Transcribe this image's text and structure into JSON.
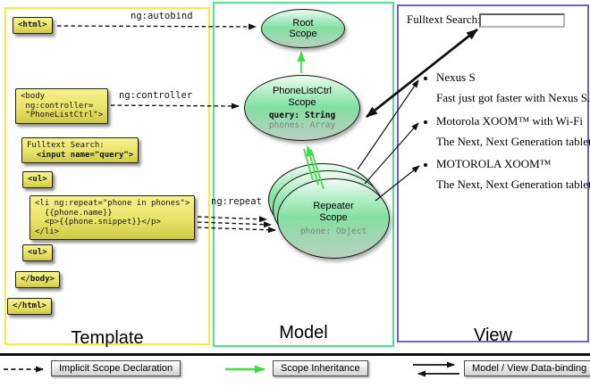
{
  "panels": {
    "template": {
      "label": "Template"
    },
    "model": {
      "label": "Model"
    },
    "view": {
      "label": "View"
    }
  },
  "template_code": {
    "html_open": "<html>",
    "body_open_lines": [
      "<body",
      " ng:controller=",
      " \"PhoneListCtrl\">"
    ],
    "fulltext_label": "Fulltext Search:",
    "input_code": "  <input name=\"query\">",
    "ul_open": "<ul>",
    "li_lines": [
      "<li ng:repeat=\"phone in phones\">",
      "  {{phone.name}}",
      "  <p>{{phone.snippet}}</p>",
      "</li>"
    ],
    "ul_close": "<ul>",
    "body_close": "</body>",
    "html_close": "</html>"
  },
  "edge_labels": {
    "autobind": "ng:autobind",
    "controller": "ng:controller",
    "repeat": "ng:repeat"
  },
  "scopes": {
    "root": {
      "line1": "Root",
      "line2": "Scope"
    },
    "phonelist": {
      "line1": "PhoneListCtrl",
      "line2": "Scope",
      "prop1": "query: String",
      "prop2": "phones: Array"
    },
    "repeater": {
      "line1": "Repeater",
      "line2": "Scope",
      "prop1": "phone: Object"
    }
  },
  "view": {
    "search_label": "Fulltext Search:",
    "search_value": "",
    "items": [
      {
        "name": "Nexus S",
        "desc": "Fast just got faster with Nexus S."
      },
      {
        "name": "Motorola XOOM™  with Wi-Fi",
        "desc": "The Next, Next Generation tablet."
      },
      {
        "name": "MOTOROLA XOOM™",
        "desc": "The Next, Next Generation tablet."
      }
    ]
  },
  "legend": {
    "implicit": "Implicit Scope Declaration",
    "inheritance": "Scope Inheritance",
    "binding": "Model / View Data-binding"
  },
  "colors": {
    "template_border": "#f2ee42",
    "model_border": "#57e08c",
    "view_border": "#6c5fe3",
    "scope_green_mid": "#84dfa2",
    "arrow_green": "#3ddd44",
    "box_yellow_top": "#f7f28d",
    "box_yellow_bottom": "#cfca44"
  }
}
